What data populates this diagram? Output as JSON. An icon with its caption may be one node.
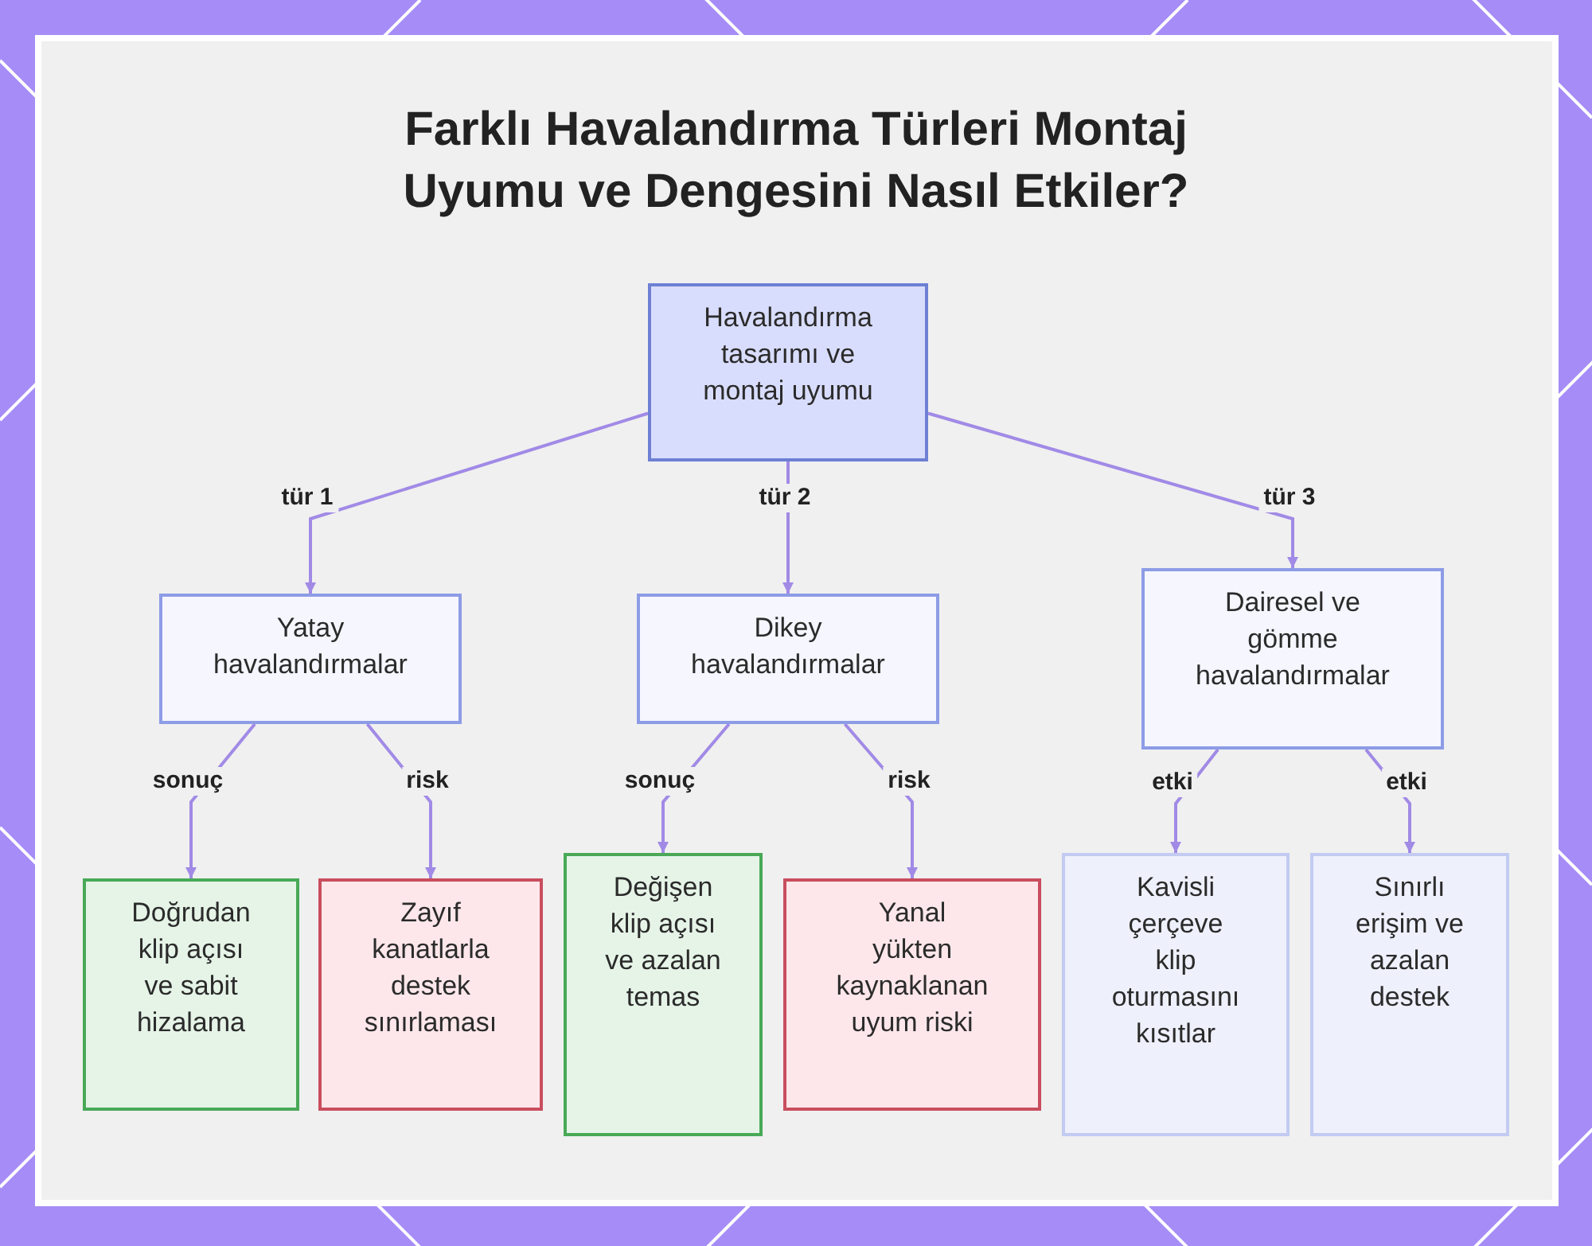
{
  "diagram": {
    "title": "Farklı Havalandırma Türleri Montaj Uyumu ve Dengesini Nasıl Etkiler?",
    "nodes": [
      {
        "text": [
          "Havalandırma tasarımı ve montaj uyumu"
        ]
      },
      {
        "text": [
          "Yatay havalandırmalar"
        ]
      },
      {
        "text": [
          "Dikey havalandırmalar"
        ]
      },
      {
        "text": [
          "Dairesel ve gömme havalandırmalar"
        ]
      },
      {
        "text": [
          "Doğrudan klip açısı ve sabit hizalama"
        ]
      },
      {
        "text": [
          "Zayıf kanatlarla destek sınırlaması"
        ]
      },
      {
        "text": [
          "Değişen klip açısı ve azalan temas"
        ]
      },
      {
        "text": [
          "Yanal yükten kaynaklanan uyum riski"
        ]
      },
      {
        "text": [
          "Kavisli çerçeve klip oturmasını kısıtlar"
        ]
      },
      {
        "text": [
          "Sınırlı erişim ve azalan destek"
        ]
      }
    ],
    "edges": [
      {
        "from": 0,
        "to": 1,
        "arrow": "to",
        "label": "tür 1"
      },
      {
        "from": 0,
        "to": 2,
        "arrow": "to",
        "label": "tür 2"
      },
      {
        "from": 0,
        "to": 3,
        "arrow": "to",
        "label": "tür 3"
      },
      {
        "from": 1,
        "to": 4,
        "arrow": "to",
        "label": "sonuç"
      },
      {
        "from": 1,
        "to": 5,
        "arrow": "to",
        "label": "risk"
      },
      {
        "from": 2,
        "to": 6,
        "arrow": "to",
        "label": "sonuç"
      },
      {
        "from": 2,
        "to": 7,
        "arrow": "to",
        "label": "risk"
      },
      {
        "from": 3,
        "to": 8,
        "arrow": "to",
        "label": "etki"
      },
      {
        "from": 3,
        "to": 9,
        "arrow": "to",
        "label": "etki"
      }
    ]
  }
}
